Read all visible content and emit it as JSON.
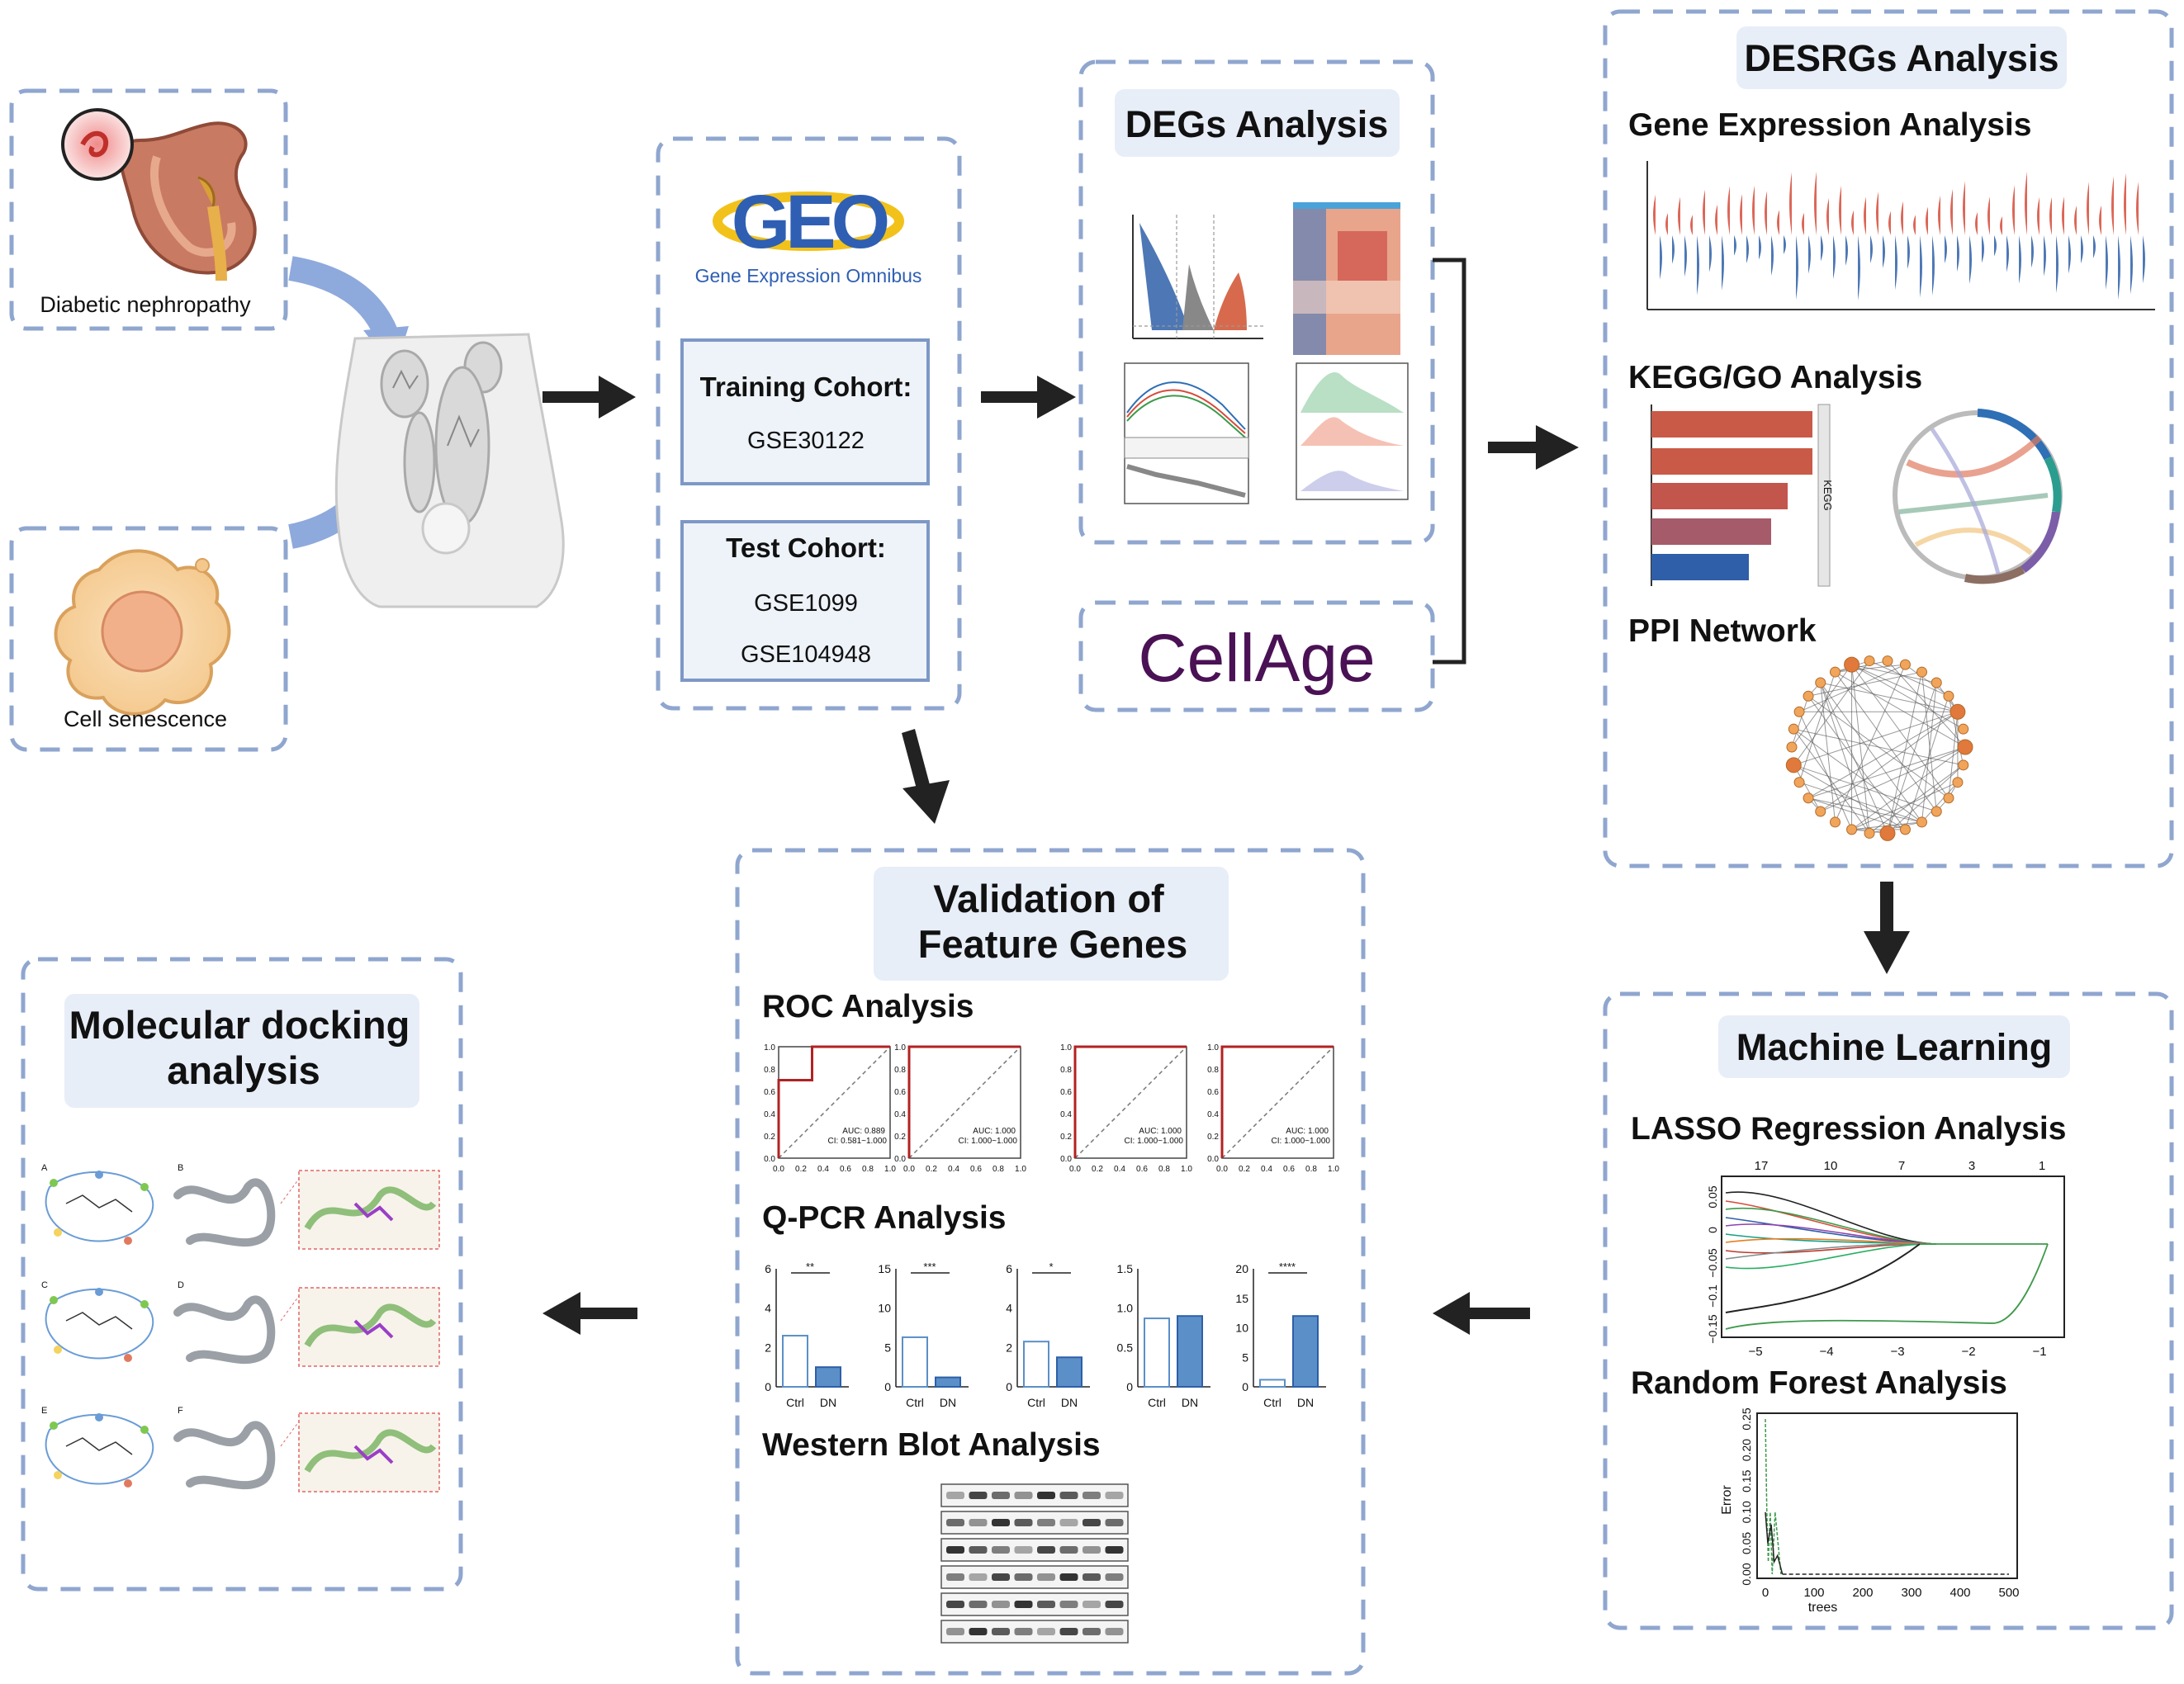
{
  "colors": {
    "dash_border": "#8fa6cf",
    "title_fill": "#e8eef8",
    "arrow": "#222222",
    "blue_arrow": "#8ea9dc",
    "geo_blue": "#2f5fb3",
    "geo_yellow": "#f2c21b",
    "cellage_purple": "#4a1155",
    "roc_red": "#b22222",
    "bar_blue": "#5b8fc7"
  },
  "left": {
    "diabetic_label": "Diabetic nephropathy",
    "senescence_label": "Cell senescence"
  },
  "geo": {
    "logo_text": "GEO",
    "subtitle": "Gene Expression Omnibus",
    "training_title": "Training Cohort:",
    "training_id": "GSE30122",
    "test_title": "Test Cohort:",
    "test_id_1": "GSE1099",
    "test_id_2": "GSE104948"
  },
  "degs": {
    "title": "DEGs Analysis",
    "cellage": "CellAge"
  },
  "desrgs": {
    "title": "DESRGs Analysis",
    "gene_expression": "Gene Expression Analysis",
    "kegg_go": "KEGG/GO Analysis",
    "kegg_axis": "KEGG",
    "ppi": "PPI Network"
  },
  "ml": {
    "title": "Machine Learning",
    "lasso": "LASSO Regression Analysis",
    "rf": "Random Forest Analysis"
  },
  "validation": {
    "title_line1": "Validation of",
    "title_line2": "Feature Genes",
    "roc": "ROC Analysis",
    "qpcr": "Q-PCR Analysis",
    "western": "Western Blot Analysis"
  },
  "docking": {
    "title_line1": "Molecular docking",
    "title_line2": "analysis",
    "panel_letters": [
      "A",
      "B",
      "C",
      "D",
      "E",
      "F"
    ]
  },
  "chart_data": [
    {
      "type": "line",
      "title": "ROC Analysis",
      "panels": [
        {
          "auc": "AUC: 0.889",
          "ci": "CI: 0.581~1.000",
          "fpr": [
            0,
            0,
            0.3,
            0.3,
            1
          ],
          "tpr": [
            0,
            0.7,
            0.7,
            1,
            1
          ]
        },
        {
          "auc": "AUC: 1.000",
          "ci": "CI: 1.000~1.000",
          "fpr": [
            0,
            0,
            1
          ],
          "tpr": [
            0,
            1,
            1
          ]
        },
        {
          "auc": "AUC: 1.000",
          "ci": "CI: 1.000~1.000",
          "fpr": [
            0,
            0,
            1
          ],
          "tpr": [
            0,
            1,
            1
          ]
        },
        {
          "auc": "AUC: 1.000",
          "ci": "CI: 1.000~1.000",
          "fpr": [
            0,
            0,
            1
          ],
          "tpr": [
            0,
            1,
            1
          ]
        }
      ],
      "x_ticks": [
        "0.0",
        "0.2",
        "0.4",
        "0.6",
        "0.8",
        "1.0"
      ],
      "y_ticks": [
        "0.0",
        "0.2",
        "0.4",
        "0.6",
        "0.8",
        "1.0"
      ],
      "xlim": [
        0,
        1
      ],
      "ylim": [
        0,
        1
      ]
    },
    {
      "type": "bar",
      "title": "Q-PCR Analysis",
      "categories": [
        "Ctrl",
        "DN"
      ],
      "panels": [
        {
          "ymax": 6,
          "ticks": [
            "0",
            "2",
            "4",
            "6"
          ],
          "tickvals": [
            0,
            2,
            4,
            6
          ],
          "values": [
            2.6,
            1.0
          ],
          "sig": "**"
        },
        {
          "ymax": 15,
          "ticks": [
            "0",
            "5",
            "10",
            "15"
          ],
          "tickvals": [
            0,
            5,
            10,
            15
          ],
          "values": [
            6.3,
            1.2
          ],
          "sig": "***"
        },
        {
          "ymax": 6,
          "ticks": [
            "0",
            "2",
            "4",
            "6"
          ],
          "tickvals": [
            0,
            2,
            4,
            6
          ],
          "values": [
            2.3,
            1.5
          ],
          "sig": "*"
        },
        {
          "ymax": 1.5,
          "ticks": [
            "0",
            "0.5",
            "1.0",
            "1.5"
          ],
          "tickvals": [
            0,
            0.5,
            1.0,
            1.5
          ],
          "values": [
            0.87,
            0.9
          ],
          "sig": ""
        },
        {
          "ymax": 20,
          "ticks": [
            "0",
            "5",
            "10",
            "15",
            "20"
          ],
          "tickvals": [
            0,
            5,
            10,
            15,
            20
          ],
          "values": [
            1.2,
            12.0
          ],
          "sig": "****"
        }
      ]
    },
    {
      "type": "line",
      "title": "LASSO Regression Analysis",
      "top_ticks": [
        "17",
        "10",
        "7",
        "3",
        "1"
      ],
      "x_ticks": [
        "−5",
        "−4",
        "−3",
        "−2",
        "−1"
      ],
      "y_ticks": [
        "0.05",
        "0",
        "−0.05",
        "−0.1",
        "−0.15"
      ]
    },
    {
      "type": "line",
      "title": "Random Forest Analysis",
      "xlabel": "trees",
      "ylabel": "Error",
      "x_ticks": [
        "0",
        "100",
        "200",
        "300",
        "400",
        "500"
      ],
      "y_ticks": [
        "0.00",
        "0.05",
        "0.10",
        "0.15",
        "0.20",
        "0.25"
      ],
      "xlim": [
        0,
        500
      ],
      "ylim": [
        0,
        0.25
      ]
    }
  ]
}
